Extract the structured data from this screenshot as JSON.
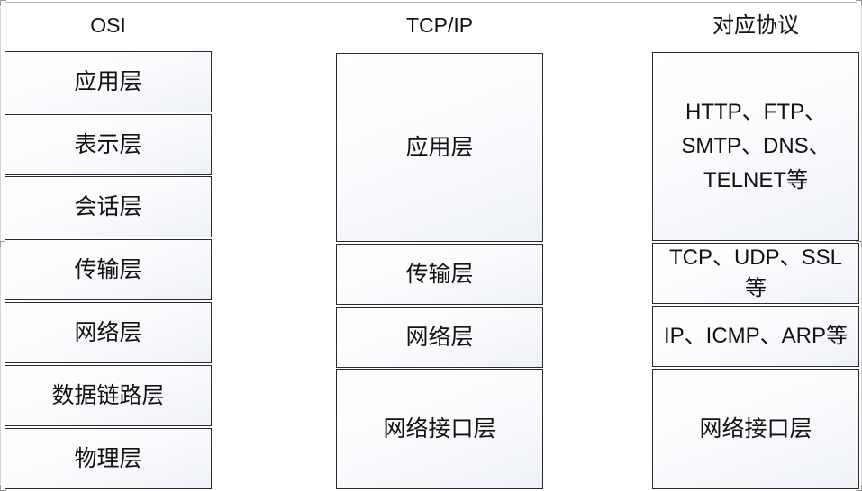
{
  "columns": {
    "osi": {
      "title": "OSI",
      "layers": [
        "应用层",
        "表示层",
        "会话层",
        "传输层",
        "网络层",
        "数据链路层",
        "物理层"
      ]
    },
    "tcpip": {
      "title": "TCP/IP",
      "layers": [
        "应用层",
        "传输层",
        "网络层",
        "网络接口层"
      ]
    },
    "protocols": {
      "title": "对应协议",
      "items": [
        "HTTP、FTP、\nSMTP、DNS、\nTELNET等",
        "TCP、UDP、SSL\n等",
        "IP、ICMP、ARP等",
        "网络接口层"
      ]
    }
  },
  "colors": {
    "border": "#2b2b2b",
    "box_fill_start": "#ffffff",
    "box_fill_end": "#eef1f7"
  }
}
